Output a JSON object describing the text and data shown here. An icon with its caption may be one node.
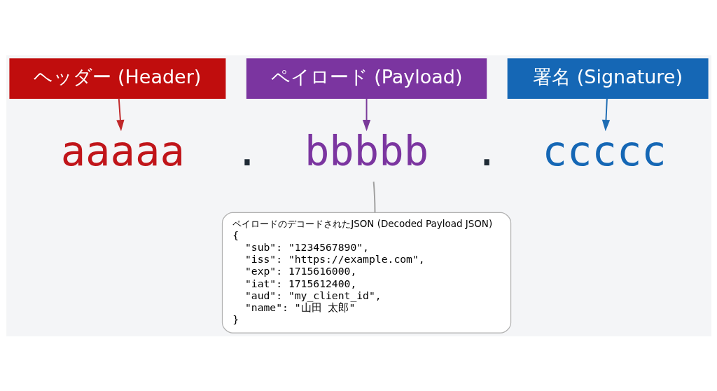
{
  "diagram": {
    "nodes": [
      {
        "text": [
          "ヘッダー (Header)"
        ]
      },
      {
        "text": [
          "ペイロード (Payload)"
        ]
      },
      {
        "text": [
          "署名 (Signature)"
        ]
      },
      {
        "text": [
          "aaaaa"
        ]
      },
      {
        "text": [
          "bbbbb"
        ]
      },
      {
        "text": [
          "ccccc"
        ]
      },
      {
        "text": [
          "ペイロードのデコードされたJSON (Decoded Payload JSON)",
          "{",
          "\"sub\": \"1234567890\",",
          "\"iss\": \"https://example.com\",",
          "\"exp\": 1715616000,",
          "\"iat\": 1715612400,",
          "\"aud\": \"my_client_id\",",
          "\"name\": \"山田 太郎\"",
          "}"
        ]
      }
    ],
    "edges": [
      {
        "from": 0,
        "to": 3,
        "arrow": "to",
        "color": "#c0282a"
      },
      {
        "from": 1,
        "to": 4,
        "arrow": "to",
        "color": "#7a3a9a"
      },
      {
        "from": 2,
        "to": 5,
        "arrow": "to",
        "color": "#1f6db3"
      },
      {
        "from": 6,
        "to": 4,
        "arrow": "none",
        "color": "#a0a0a0"
      }
    ],
    "labels": [
      ".",
      "."
    ]
  }
}
